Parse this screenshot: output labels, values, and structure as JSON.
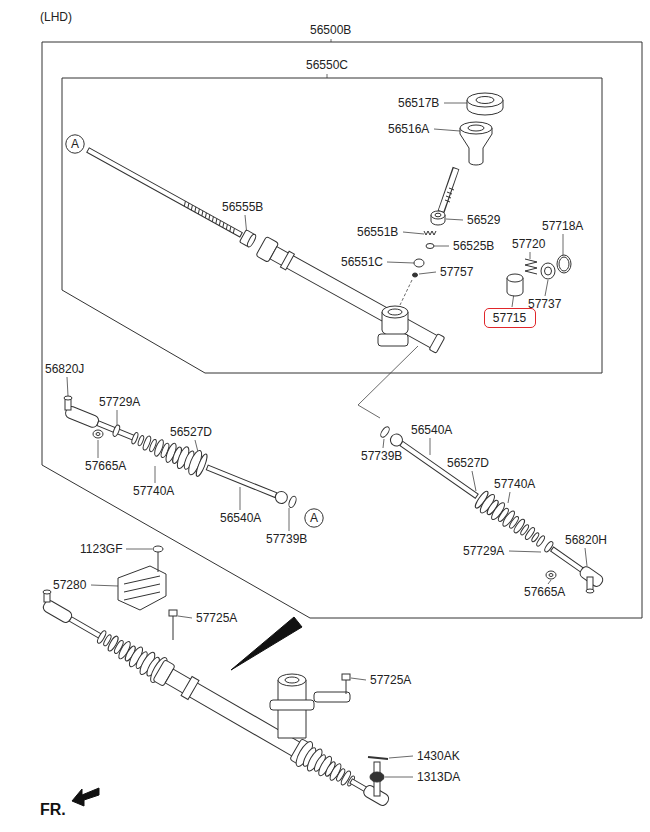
{
  "diagram": {
    "nodes": [
      {
        "text": [
          "56500B"
        ]
      },
      {
        "text": [
          "56550C"
        ],
        "in": 0
      },
      {
        "text": [
          "A"
        ],
        "in": 1
      },
      {
        "text": [
          "57715"
        ],
        "in": 1
      },
      {
        "text": [
          "A"
        ],
        "in": 0
      }
    ],
    "labels": [
      "(LHD)",
      "56517B",
      "56516A",
      "56555B",
      "56529",
      "56551B",
      "57718A",
      "57720",
      "56525B",
      "56551C",
      "57757",
      "57737",
      "56820J",
      "57729A",
      "56527D",
      "57739B",
      "56540A",
      "56527D",
      "57665A",
      "57740A",
      "57740A",
      "56540A",
      "57739B",
      "57729A",
      "56820H",
      "57665A",
      "1123GF",
      "57280",
      "57725A",
      "57725A",
      "1430AK",
      "1313DA",
      "FR."
    ]
  }
}
